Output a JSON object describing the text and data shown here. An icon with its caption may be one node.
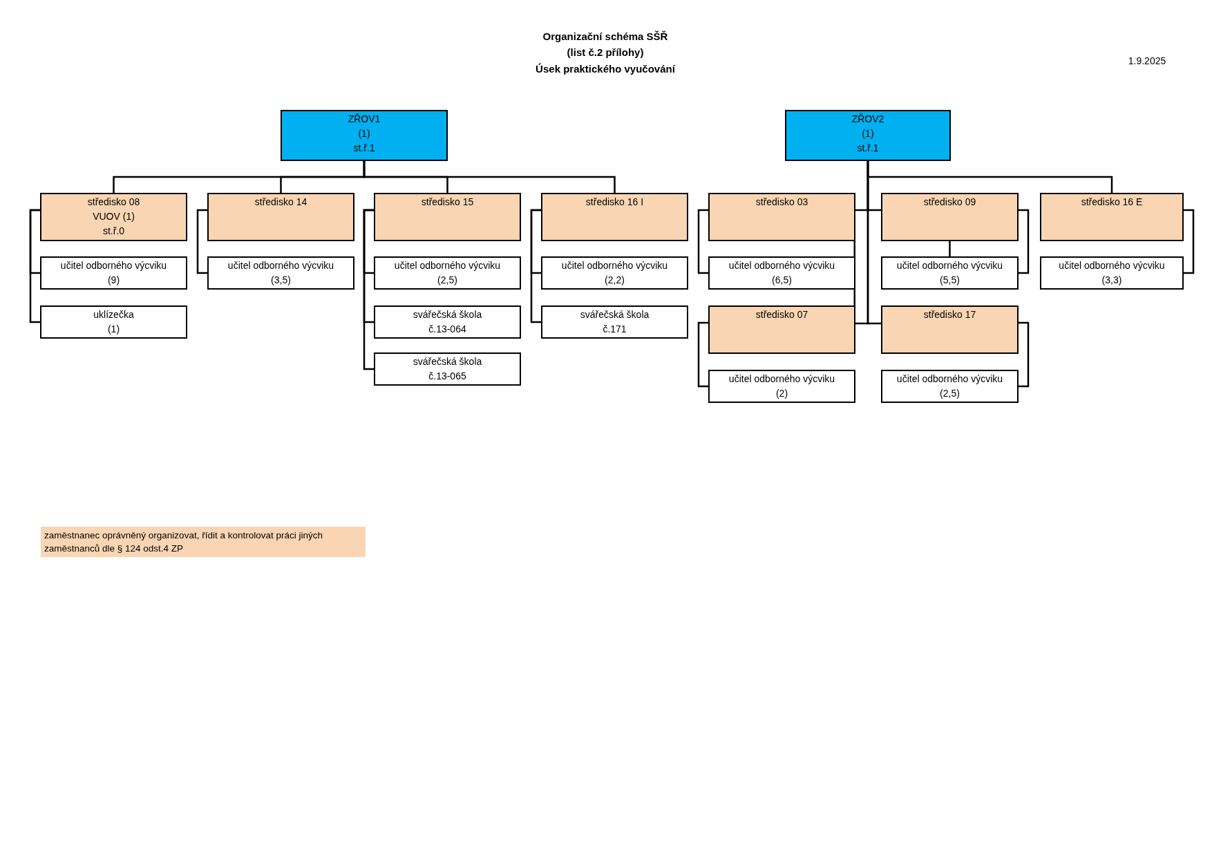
{
  "diagram": {
    "title": "Organizační schéma SŠŘ",
    "nodes": [
      {
        "text": [
          "ZŘOV1",
          "(1)",
          "st.ř.1"
        ]
      },
      {
        "text": [
          "ZŘOV2",
          "(1)",
          "st.ř.1"
        ]
      },
      {
        "text": [
          "středisko 08",
          "VUOV (1)",
          "st.ř.0"
        ]
      },
      {
        "text": [
          "středisko 14"
        ]
      },
      {
        "text": [
          "středisko 15"
        ]
      },
      {
        "text": [
          "středisko 16 I"
        ]
      },
      {
        "text": [
          "středisko 03"
        ]
      },
      {
        "text": [
          "středisko 09"
        ]
      },
      {
        "text": [
          "středisko 16 E"
        ]
      },
      {
        "text": [
          "učitel odborného výcviku",
          "(9)"
        ]
      },
      {
        "text": [
          "učitel odborného výcviku",
          "(3,5)"
        ]
      },
      {
        "text": [
          "učitel odborného výcviku",
          "(2,5)"
        ]
      },
      {
        "text": [
          "učitel odborného výcviku",
          "(2,2)"
        ]
      },
      {
        "text": [
          "učitel odborného výcviku",
          "(6,5)"
        ]
      },
      {
        "text": [
          "učitel odborného výcviku",
          "(5,5)"
        ]
      },
      {
        "text": [
          "učitel odborného výcviku",
          "(3,3)"
        ]
      },
      {
        "text": [
          "uklízečka",
          "(1)"
        ]
      },
      {
        "text": [
          "svářečská škola",
          "č.13-064"
        ]
      },
      {
        "text": [
          "svářečská škola",
          "č.171"
        ]
      },
      {
        "text": [
          "středisko 07"
        ]
      },
      {
        "text": [
          "středisko 17"
        ]
      },
      {
        "text": [
          "svářečská škola",
          "č.13-065"
        ]
      },
      {
        "text": [
          "učitel odborného výcviku",
          "(2)"
        ]
      },
      {
        "text": [
          "učitel odborného výcviku",
          "(2,5)"
        ]
      }
    ],
    "edges": [
      {
        "from": 0,
        "to": 2,
        "arrow": "none"
      },
      {
        "from": 0,
        "to": 3,
        "arrow": "none"
      },
      {
        "from": 0,
        "to": 4,
        "arrow": "none"
      },
      {
        "from": 0,
        "to": 5,
        "arrow": "none"
      },
      {
        "from": 1,
        "to": 6,
        "arrow": "none"
      },
      {
        "from": 1,
        "to": 7,
        "arrow": "none"
      },
      {
        "from": 1,
        "to": 8,
        "arrow": "none"
      },
      {
        "from": 1,
        "to": 19,
        "arrow": "none"
      },
      {
        "from": 1,
        "to": 20,
        "arrow": "none"
      },
      {
        "from": 2,
        "to": 9,
        "arrow": "none"
      },
      {
        "from": 2,
        "to": 16,
        "arrow": "none"
      },
      {
        "from": 3,
        "to": 10,
        "arrow": "none"
      },
      {
        "from": 4,
        "to": 11,
        "arrow": "none"
      },
      {
        "from": 4,
        "to": 17,
        "arrow": "none"
      },
      {
        "from": 4,
        "to": 21,
        "arrow": "none"
      },
      {
        "from": 5,
        "to": 12,
        "arrow": "none"
      },
      {
        "from": 5,
        "to": 18,
        "arrow": "none"
      },
      {
        "from": 6,
        "to": 13,
        "arrow": "none"
      },
      {
        "from": 6,
        "to": 19,
        "arrow": "none"
      },
      {
        "from": 7,
        "to": 14,
        "arrow": "none"
      },
      {
        "from": 7,
        "to": 14,
        "arrow": "none"
      },
      {
        "from": 8,
        "to": 15,
        "arrow": "none"
      },
      {
        "from": 19,
        "to": 22,
        "arrow": "none"
      },
      {
        "from": 20,
        "to": 23,
        "arrow": "none"
      }
    ],
    "labels": [
      "(list č.2 přílohy)",
      "Úsek praktického vyučování",
      "1.9.2025"
    ],
    "legend": [
      {
        "text": "zaměstnanec oprávněný organizovat, řídit a kontrolovat práci jiných zaměstnanců dle § 124 odst.4 ZP",
        "color": "#f9d5b3"
      }
    ]
  }
}
